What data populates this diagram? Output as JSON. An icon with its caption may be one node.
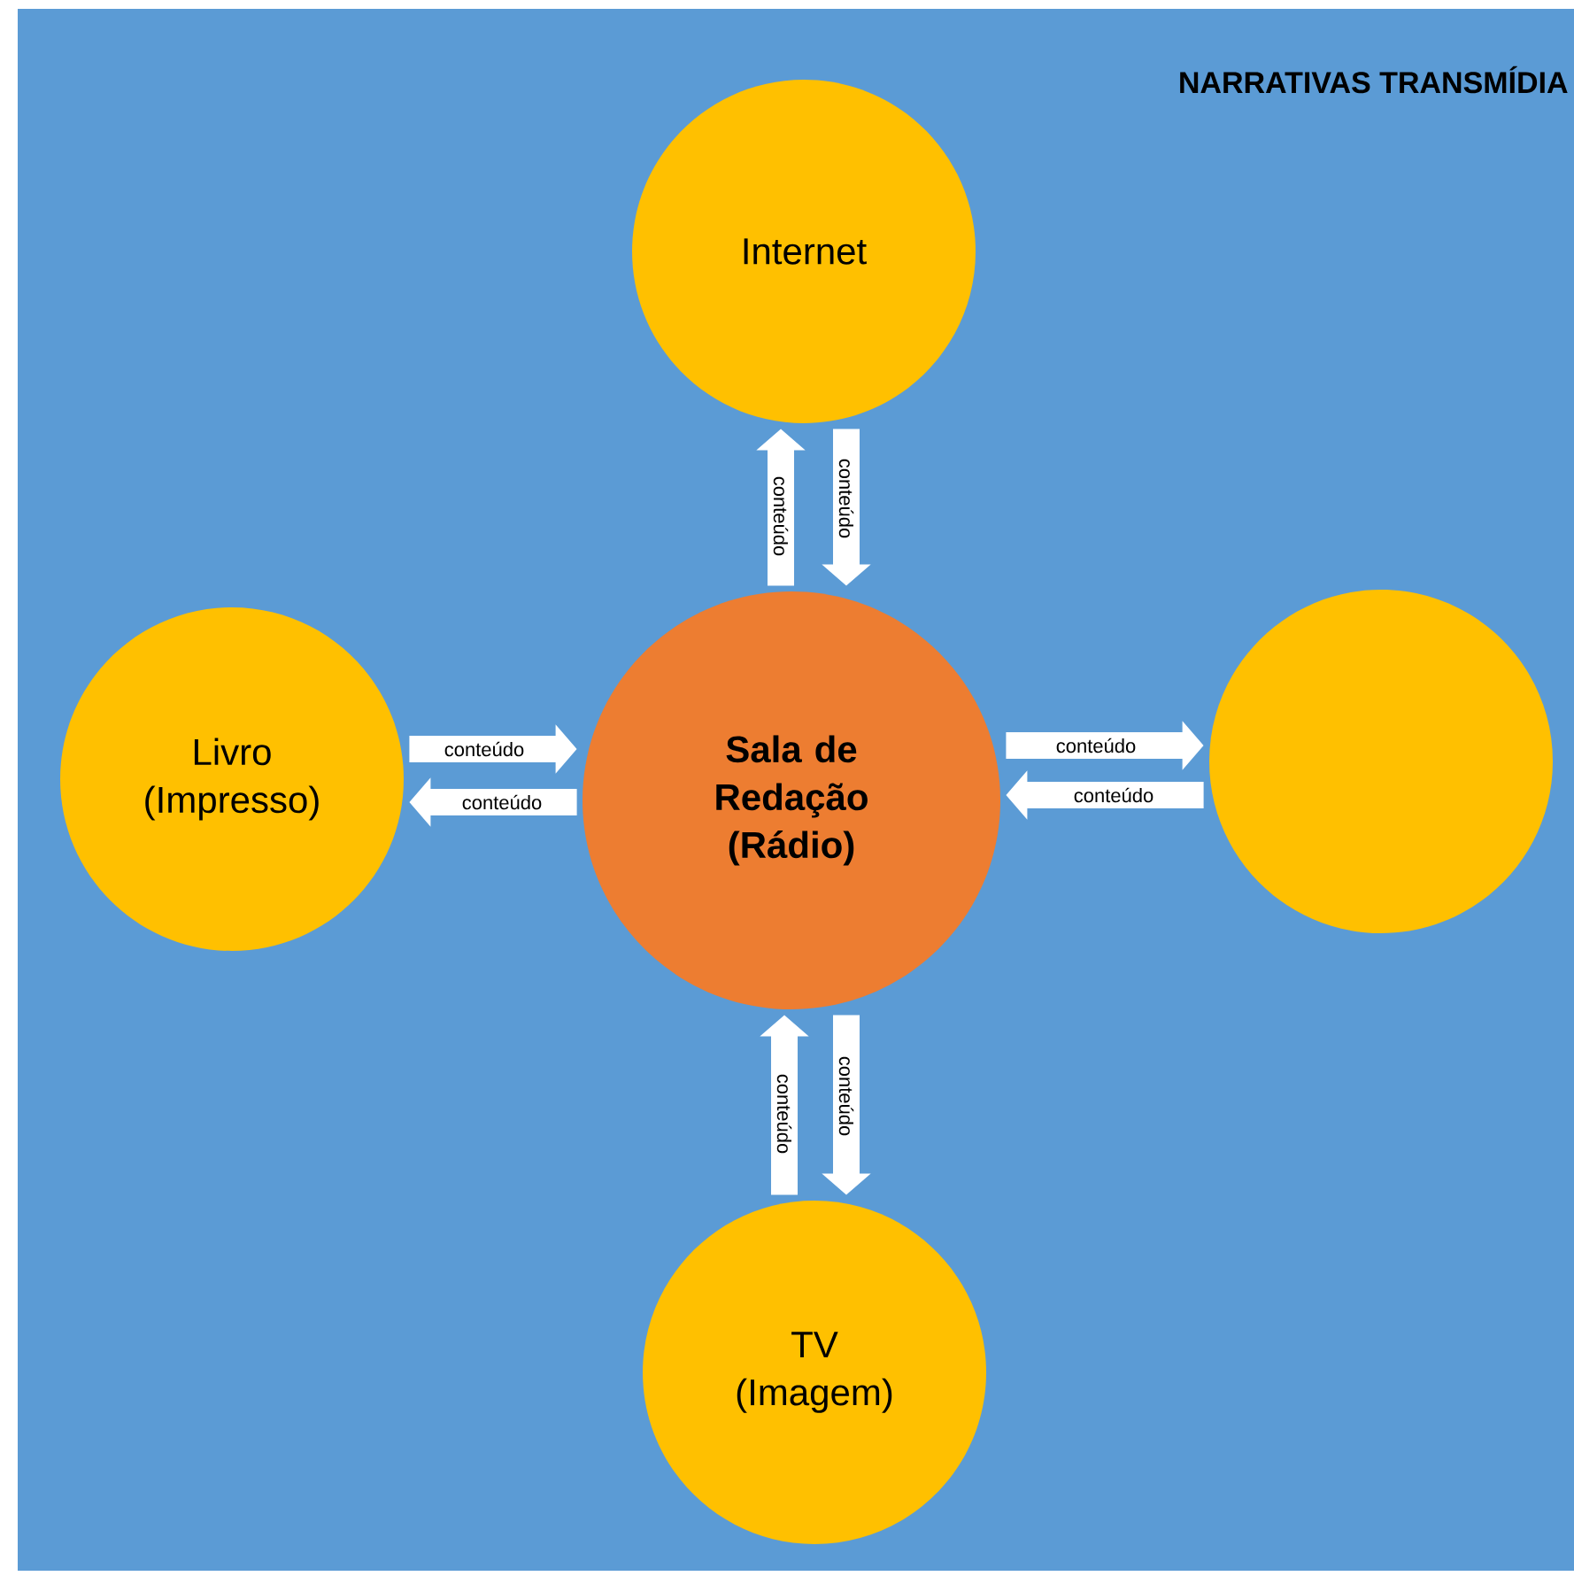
{
  "diagram": {
    "title": "NARRATIVAS TRANSMÍDIA",
    "nodes": [
      {
        "text": [
          "Internet"
        ]
      },
      {
        "text": [
          "Livro (Impresso)"
        ]
      },
      {
        "text": [
          "Sala de Redação (Rádio)"
        ]
      },
      {
        "text": [],
        "shape": "circle"
      },
      {
        "text": [
          "TV (Imagem)"
        ]
      }
    ],
    "edges": [
      {
        "from": 2,
        "to": 0,
        "arrow": "to",
        "label": "conteúdo"
      },
      {
        "from": 0,
        "to": 2,
        "arrow": "to",
        "label": "conteúdo"
      },
      {
        "from": 1,
        "to": 2,
        "arrow": "to",
        "label": "conteúdo"
      },
      {
        "from": 2,
        "to": 1,
        "arrow": "to",
        "label": "conteúdo"
      },
      {
        "from": 2,
        "to": 3,
        "arrow": "to",
        "label": "conteúdo"
      },
      {
        "from": 3,
        "to": 2,
        "arrow": "to",
        "label": "conteúdo"
      },
      {
        "from": 4,
        "to": 2,
        "arrow": "to",
        "label": "conteúdo"
      },
      {
        "from": 2,
        "to": 4,
        "arrow": "to",
        "label": "conteúdo"
      }
    ]
  }
}
